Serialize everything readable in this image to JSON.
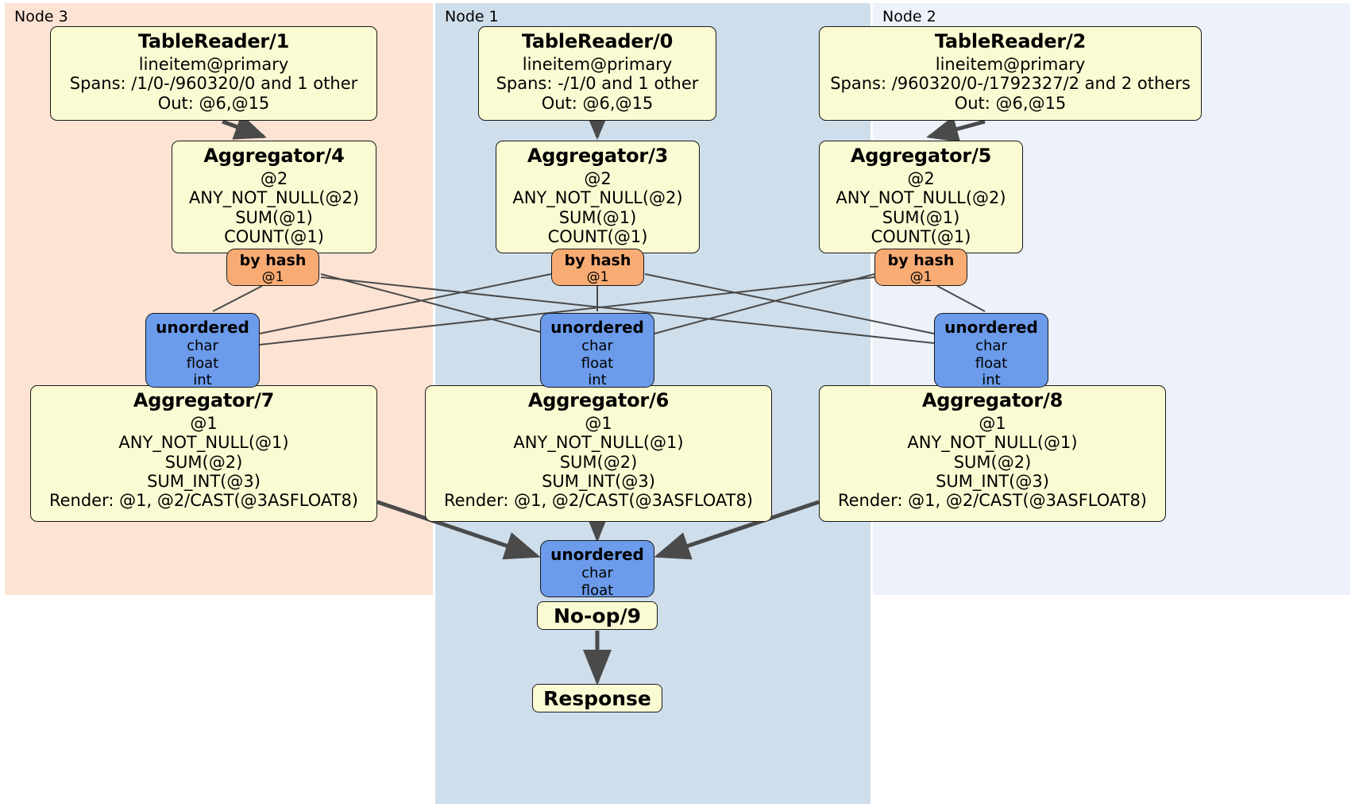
{
  "diagram": {
    "type": "distributed-query-plan",
    "colors": {
      "node3_bg": "#fce3d3",
      "node1_bg": "#cfdeeb",
      "node2_bg": "#edf1fa",
      "processor_bg": "#fbfbd3",
      "router_bg": "#f8ac74",
      "sync_bg": "#6b9bea",
      "edge": "#4a4a4a",
      "border": "#1a1a1a"
    }
  },
  "regions": [
    {
      "id": "node3",
      "label": "Node 3"
    },
    {
      "id": "node1",
      "label": "Node 1"
    },
    {
      "id": "node2",
      "label": "Node 2"
    }
  ],
  "processors": {
    "tablereader1": {
      "title": "TableReader/1",
      "lines": [
        "lineitem@primary",
        "Spans: /1/0-/960320/0 and 1 other",
        "Out: @6,@15"
      ]
    },
    "tablereader0": {
      "title": "TableReader/0",
      "lines": [
        "lineitem@primary",
        "Spans: -/1/0 and 1 other",
        "Out: @6,@15"
      ]
    },
    "tablereader2": {
      "title": "TableReader/2",
      "lines": [
        "lineitem@primary",
        "Spans: /960320/0-/1792327/2 and 2 others",
        "Out: @6,@15"
      ]
    },
    "aggregator4": {
      "title": "Aggregator/4",
      "lines": [
        "@2",
        "ANY_NOT_NULL(@2)",
        "SUM(@1)",
        "COUNT(@1)"
      ]
    },
    "aggregator3": {
      "title": "Aggregator/3",
      "lines": [
        "@2",
        "ANY_NOT_NULL(@2)",
        "SUM(@1)",
        "COUNT(@1)"
      ]
    },
    "aggregator5": {
      "title": "Aggregator/5",
      "lines": [
        "@2",
        "ANY_NOT_NULL(@2)",
        "SUM(@1)",
        "COUNT(@1)"
      ]
    },
    "aggregator7": {
      "title": "Aggregator/7",
      "lines": [
        "@1",
        "ANY_NOT_NULL(@1)",
        "SUM(@2)",
        "SUM_INT(@3)",
        "Render: @1, @2/CAST(@3ASFLOAT8)"
      ]
    },
    "aggregator6": {
      "title": "Aggregator/6",
      "lines": [
        "@1",
        "ANY_NOT_NULL(@1)",
        "SUM(@2)",
        "SUM_INT(@3)",
        "Render: @1, @2/CAST(@3ASFLOAT8)"
      ]
    },
    "aggregator8": {
      "title": "Aggregator/8",
      "lines": [
        "@1",
        "ANY_NOT_NULL(@1)",
        "SUM(@2)",
        "SUM_INT(@3)",
        "Render: @1, @2/CAST(@3ASFLOAT8)"
      ]
    },
    "noop9": {
      "title": "No-op/9"
    },
    "response": {
      "title": "Response"
    }
  },
  "routers": {
    "hash4": {
      "title": "by hash",
      "lines": [
        "@1"
      ]
    },
    "hash3": {
      "title": "by hash",
      "lines": [
        "@1"
      ]
    },
    "hash5": {
      "title": "by hash",
      "lines": [
        "@1"
      ]
    }
  },
  "synchronizers": {
    "unordered7": {
      "title": "unordered",
      "lines": [
        "char",
        "float",
        "int"
      ]
    },
    "unordered6": {
      "title": "unordered",
      "lines": [
        "char",
        "float",
        "int"
      ]
    },
    "unordered8": {
      "title": "unordered",
      "lines": [
        "char",
        "float",
        "int"
      ]
    },
    "unordered_final": {
      "title": "unordered",
      "lines": [
        "char",
        "float"
      ]
    }
  }
}
